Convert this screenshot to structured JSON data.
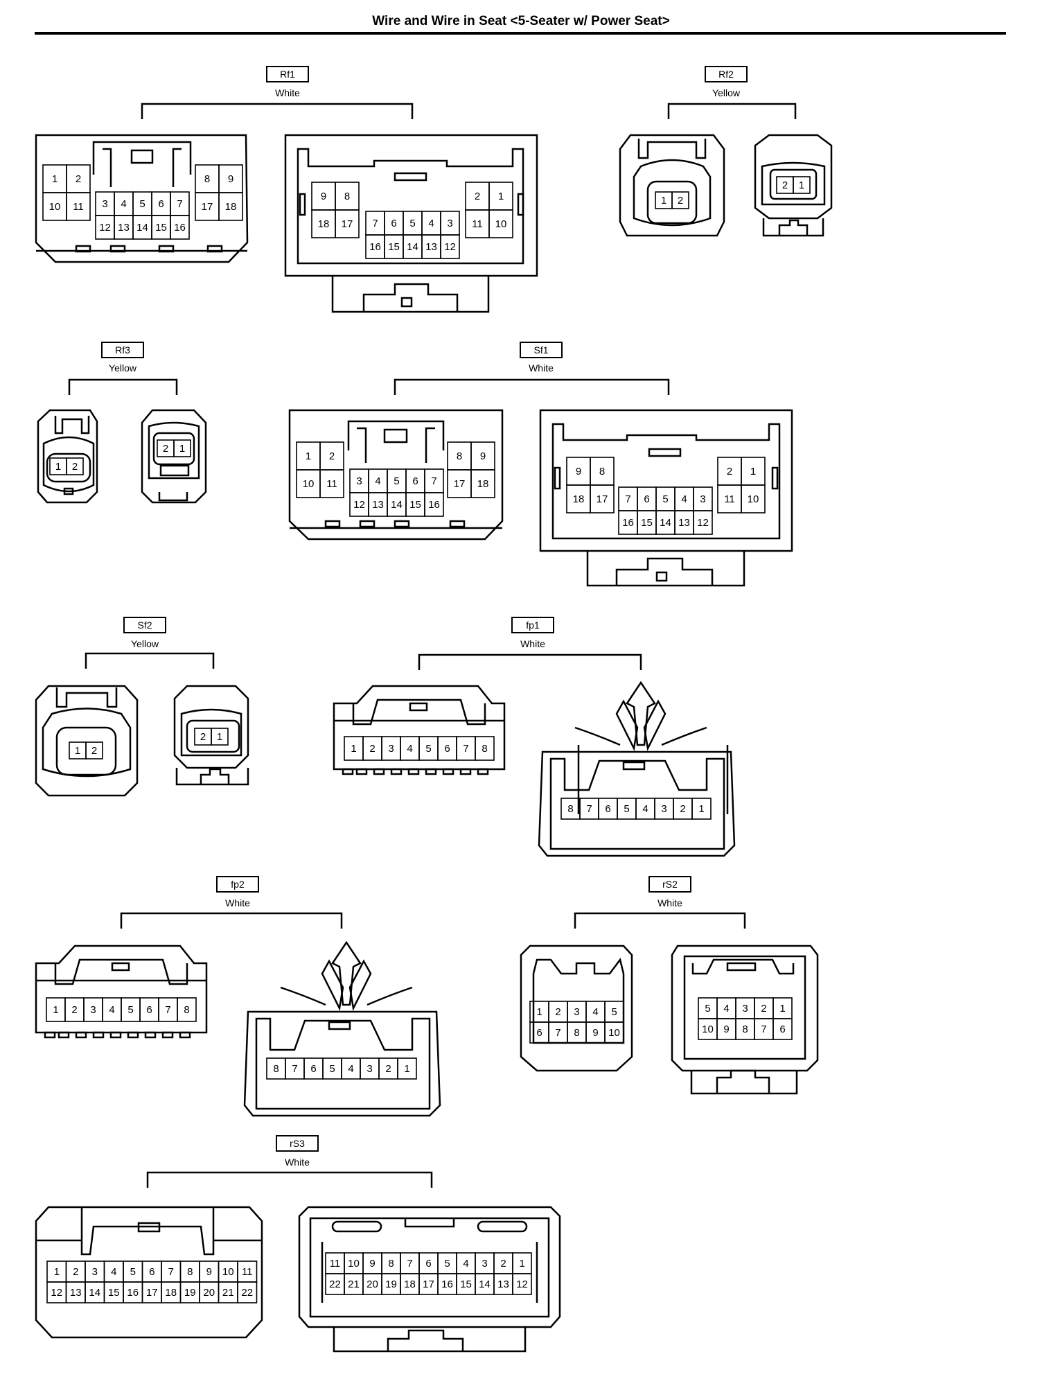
{
  "title": "Wire and Wire in Seat <5-Seater w/ Power Seat>",
  "connectors": [
    {
      "code": "Rf1",
      "color": "White"
    },
    {
      "code": "Rf2",
      "color": "Yellow"
    },
    {
      "code": "Rf3",
      "color": "Yellow"
    },
    {
      "code": "Sf1",
      "color": "White"
    },
    {
      "code": "Sf2",
      "color": "Yellow"
    },
    {
      "code": "fp1",
      "color": "White"
    },
    {
      "code": "fp2",
      "color": "White"
    },
    {
      "code": "rS2",
      "color": "White"
    },
    {
      "code": "rS3",
      "color": "White"
    }
  ]
}
